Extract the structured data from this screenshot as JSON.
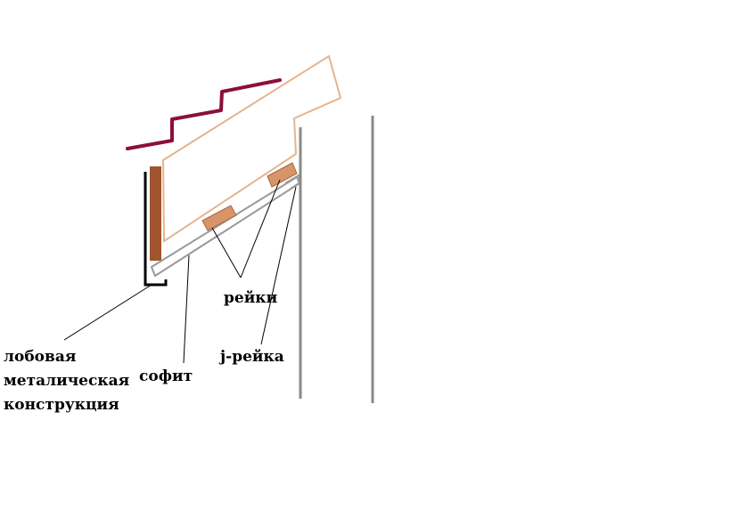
{
  "labels": {
    "reiki": "рейки",
    "j_reika": "j-рейка",
    "sofit": "софит",
    "lobovaya_line1": "лобовая",
    "lobovaya_line2": "металическая",
    "lobovaya_line3": "конструкция"
  },
  "colors": {
    "roof_steps": "#8b0f3a",
    "rafter_outline": "#e6b48c",
    "battens_fill": "#d9956a",
    "battens_stroke": "#a8643a",
    "fascia_board": "#a0552f",
    "soffit": "#9a9a9a",
    "wall": "#8a8a8a",
    "metal_profile": "#000000",
    "leader": "#000000"
  }
}
